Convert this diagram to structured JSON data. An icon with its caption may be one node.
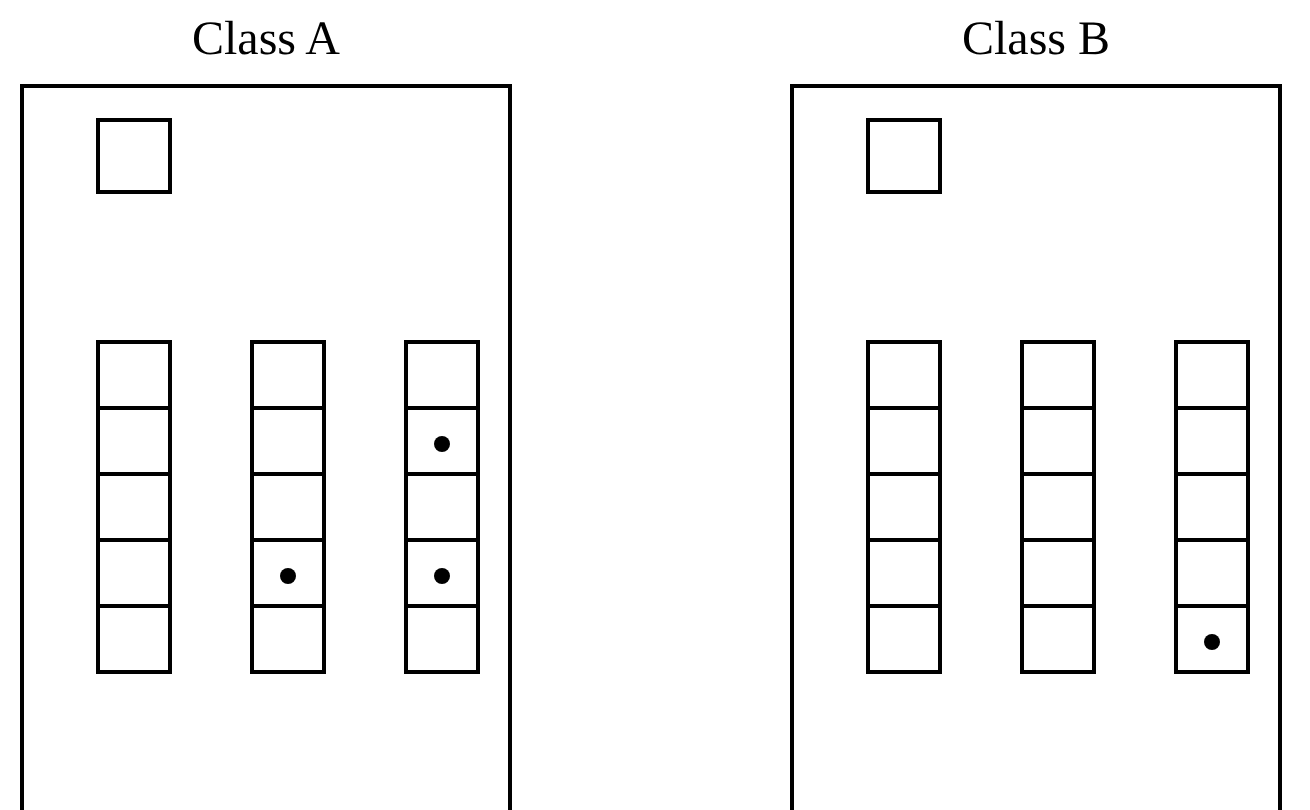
{
  "diagram": {
    "nodes": [
      {
        "text": [
          "Class A"
        ]
      },
      {
        "text": [],
        "shape": "box",
        "in": 0
      },
      {
        "text": [],
        "shape": "box",
        "in": 0
      },
      {
        "text": [],
        "shape": "box",
        "in": 0
      },
      {
        "text": [],
        "shape": "box",
        "in": 0
      },
      {
        "text": [],
        "shape": "box",
        "in": 0
      },
      {
        "text": [],
        "shape": "box",
        "in": 0
      },
      {
        "text": [],
        "shape": "box",
        "in": 0
      },
      {
        "text": [],
        "shape": "box",
        "in": 0
      },
      {
        "text": [],
        "shape": "box",
        "in": 0
      },
      {
        "text": [],
        "shape": "box",
        "in": 0
      },
      {
        "text": [],
        "shape": "box",
        "in": 0
      },
      {
        "text": [],
        "shape": "box",
        "in": 0
      },
      {
        "text": [],
        "shape": "box",
        "in": 0
      },
      {
        "text": [],
        "shape": "box",
        "in": 0
      },
      {
        "text": [],
        "shape": "box",
        "in": 0
      },
      {
        "text": [],
        "shape": "box",
        "in": 0
      },
      {
        "text": [],
        "shape": "circle",
        "in": 7
      },
      {
        "text": [],
        "shape": "circle",
        "in": 12
      },
      {
        "text": [],
        "shape": "circle",
        "in": 13
      },
      {
        "text": [
          "Class B"
        ]
      },
      {
        "text": [],
        "shape": "box",
        "in": 20
      },
      {
        "text": [],
        "shape": "box",
        "in": 20
      },
      {
        "text": [],
        "shape": "box",
        "in": 20
      },
      {
        "text": [],
        "shape": "box",
        "in": 20
      },
      {
        "text": [],
        "shape": "box",
        "in": 20
      },
      {
        "text": [],
        "shape": "box",
        "in": 20
      },
      {
        "text": [],
        "shape": "box",
        "in": 20
      },
      {
        "text": [],
        "shape": "box",
        "in": 20
      },
      {
        "text": [],
        "shape": "box",
        "in": 20
      },
      {
        "text": [],
        "shape": "box",
        "in": 20
      },
      {
        "text": [],
        "shape": "box",
        "in": 20
      },
      {
        "text": [],
        "shape": "box",
        "in": 20
      },
      {
        "text": [],
        "shape": "box",
        "in": 20
      },
      {
        "text": [],
        "shape": "box",
        "in": 20
      },
      {
        "text": [],
        "shape": "box",
        "in": 20
      },
      {
        "text": [],
        "shape": "box",
        "in": 20
      },
      {
        "text": [],
        "shape": "circle",
        "in": 36
      }
    ]
  }
}
